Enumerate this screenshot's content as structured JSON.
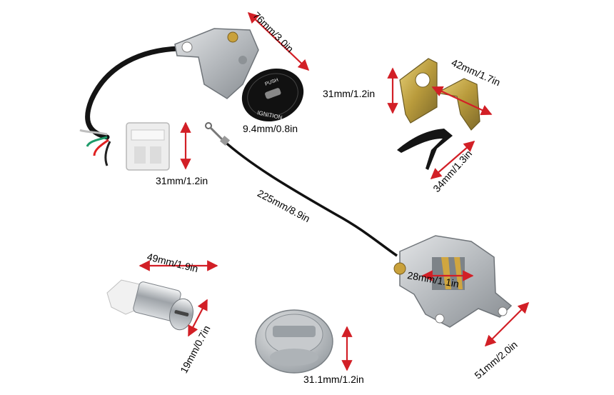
{
  "dimensions": {
    "ignition_width": "76mm/3.0in",
    "key_face": "9.4mm/0.8in",
    "connector_height": "31mm/1.2in",
    "cable_length": "225mm/8.9in",
    "bracket_height": "31mm/1.2in",
    "bracket_width": "42mm/1.7in",
    "clip_length": "34mm/1.3in",
    "lock_cylinder_length": "49mm/1.9in",
    "lock_cylinder_diameter": "19mm/0.7in",
    "cap_height": "31.1mm/1.2in",
    "seat_lock_width": "28mm/1.1in",
    "seat_lock_depth": "51mm/2.0in"
  },
  "dial": {
    "push": "PUSH",
    "word": "IGNITION"
  },
  "colors": {
    "dimension_arrow": "#d21f26",
    "metal": "#b9bcc0",
    "dial": "#111111"
  }
}
